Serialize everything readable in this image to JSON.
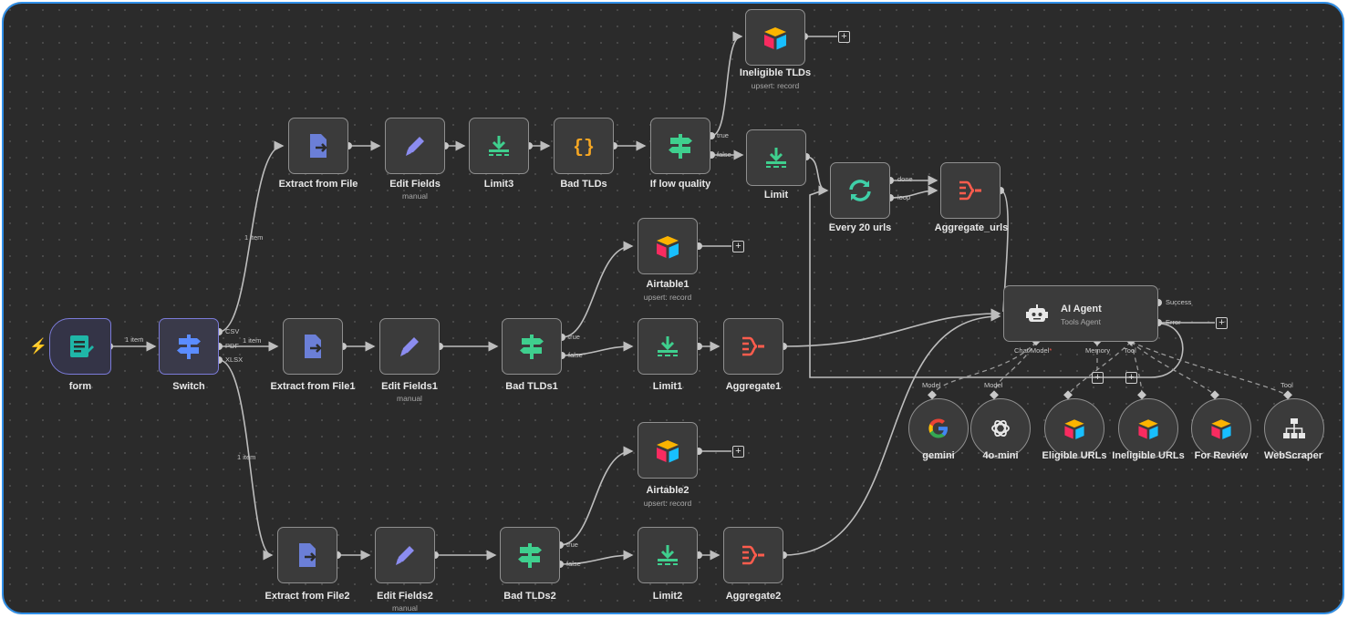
{
  "nodes": {
    "form": {
      "label": "form"
    },
    "switch": {
      "label": "Switch",
      "outputs": [
        "CSV",
        "PDF",
        "XLSX"
      ]
    },
    "extract0": {
      "label": "Extract from File"
    },
    "extract1": {
      "label": "Extract from File1"
    },
    "extract2": {
      "label": "Extract from File2"
    },
    "edit0": {
      "label": "Edit Fields",
      "sub": "manual"
    },
    "edit1": {
      "label": "Edit Fields1",
      "sub": "manual"
    },
    "edit2": {
      "label": "Edit Fields2",
      "sub": "manual"
    },
    "limit3": {
      "label": "Limit3"
    },
    "badtlds": {
      "label": "Bad TLDs"
    },
    "badtlds1": {
      "label": "Bad TLDs1",
      "outputs": [
        "true",
        "false"
      ]
    },
    "badtlds2": {
      "label": "Bad TLDs2",
      "outputs": [
        "true",
        "false"
      ]
    },
    "iflow": {
      "label": "If low quality",
      "outputs": [
        "true",
        "false"
      ]
    },
    "ineligible": {
      "label": "Ineligible TLDs",
      "sub": "upsert: record"
    },
    "limit": {
      "label": "Limit"
    },
    "every20": {
      "label": "Every 20 urls",
      "outputs": [
        "done",
        "loop"
      ]
    },
    "aggurls": {
      "label": "Aggregate_urls"
    },
    "airtable1": {
      "label": "Airtable1",
      "sub": "upsert: record"
    },
    "airtable2": {
      "label": "Airtable2",
      "sub": "upsert: record"
    },
    "limit1": {
      "label": "Limit1"
    },
    "limit2": {
      "label": "Limit2"
    },
    "agg1": {
      "label": "Aggregate1"
    },
    "agg2": {
      "label": "Aggregate2"
    },
    "agent": {
      "label": "AI Agent",
      "sub": "Tools Agent",
      "outputs": [
        "Success",
        "Error"
      ],
      "inputs": [
        "Chat Model",
        "Memory",
        "Tool"
      ]
    },
    "gemini": {
      "label": "gemini",
      "port": "Model"
    },
    "mini": {
      "label": "4o-mini",
      "port": "Model"
    },
    "eligibleurls": {
      "label": "Eligible URLs"
    },
    "ineligibleurls": {
      "label": "Ineligible URLs"
    },
    "forreview": {
      "label": "For Review"
    },
    "webscraper": {
      "label": "WebScraper",
      "port": "Tool"
    }
  },
  "edges": {
    "item": "1 item"
  },
  "colors": {
    "accent": "#7b7bd9",
    "canvas": "#2b2b2b",
    "border_top": "#2f8fe8",
    "border_bottom": "#ff7a3c",
    "green": "#3fcf8e",
    "orange": "#f5a623",
    "red": "#ff5c4d"
  },
  "required_mark": "*",
  "plus_symbol": "+"
}
